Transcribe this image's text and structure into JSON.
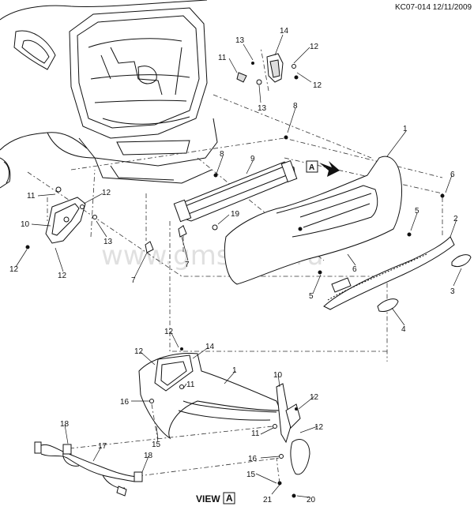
{
  "header": {
    "code": "KC07-014 12/11/2009"
  },
  "watermark": "www.gmsklad.ru",
  "view_label": {
    "prefix": "VIEW",
    "letter": "A"
  },
  "direction_arrow_letter": "A",
  "callouts": [
    {
      "id": "c13a",
      "text": "13"
    },
    {
      "id": "c14a",
      "text": "14"
    },
    {
      "id": "c12a",
      "text": "12"
    },
    {
      "id": "c11a",
      "text": "11"
    },
    {
      "id": "c12b",
      "text": "12"
    },
    {
      "id": "c13b",
      "text": "13"
    },
    {
      "id": "c8a",
      "text": "8"
    },
    {
      "id": "c1a",
      "text": "1"
    },
    {
      "id": "c8b",
      "text": "8"
    },
    {
      "id": "c9",
      "text": "9"
    },
    {
      "id": "c6a",
      "text": "6"
    },
    {
      "id": "c11b",
      "text": "11"
    },
    {
      "id": "c12c",
      "text": "12"
    },
    {
      "id": "c10a",
      "text": "10"
    },
    {
      "id": "c13c",
      "text": "13"
    },
    {
      "id": "c19",
      "text": "19"
    },
    {
      "id": "c5a",
      "text": "5"
    },
    {
      "id": "c2",
      "text": "2"
    },
    {
      "id": "c12d",
      "text": "12"
    },
    {
      "id": "c12e",
      "text": "12"
    },
    {
      "id": "c7a",
      "text": "7"
    },
    {
      "id": "c7b",
      "text": "7"
    },
    {
      "id": "c6b",
      "text": "6"
    },
    {
      "id": "c3",
      "text": "3"
    },
    {
      "id": "c5b",
      "text": "5"
    },
    {
      "id": "c4",
      "text": "4"
    },
    {
      "id": "c12f",
      "text": "12"
    },
    {
      "id": "c14b",
      "text": "14"
    },
    {
      "id": "c12g",
      "text": "12"
    },
    {
      "id": "c1b",
      "text": "1"
    },
    {
      "id": "c10b",
      "text": "10"
    },
    {
      "id": "c11c",
      "text": "11"
    },
    {
      "id": "c12h",
      "text": "12"
    },
    {
      "id": "c16a",
      "text": "16"
    },
    {
      "id": "c15a",
      "text": "15"
    },
    {
      "id": "c12i",
      "text": "12"
    },
    {
      "id": "c11d",
      "text": "11"
    },
    {
      "id": "c18a",
      "text": "18"
    },
    {
      "id": "c17",
      "text": "17"
    },
    {
      "id": "c18b",
      "text": "18"
    },
    {
      "id": "c16b",
      "text": "16"
    },
    {
      "id": "c15b",
      "text": "15"
    },
    {
      "id": "c21",
      "text": "21"
    },
    {
      "id": "c20",
      "text": "20"
    }
  ]
}
